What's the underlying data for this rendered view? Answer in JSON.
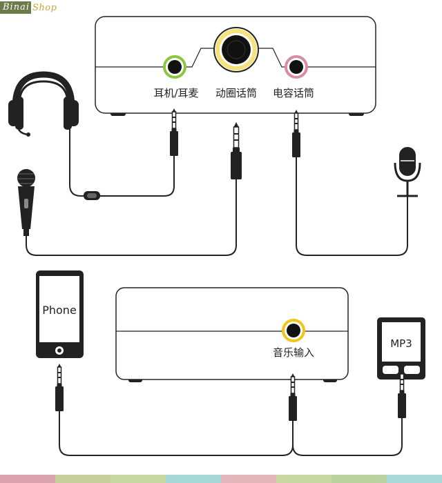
{
  "brand": {
    "part1": "Binai",
    "part2": "Shop"
  },
  "mixer": {
    "ports": [
      {
        "label": "耳机/耳麦",
        "ring_color": "#8cc63f"
      },
      {
        "label": "动圈话筒",
        "ring_color": "#f5e27a"
      },
      {
        "label": "电容话筒",
        "ring_color": "#d98aa6"
      }
    ]
  },
  "music_box": {
    "port_label": "音乐输入",
    "ring_color": "#f0c419"
  },
  "devices": {
    "phone_label": "Phone",
    "mp3_label": "MP3"
  },
  "palette": {
    "line": "#222222",
    "stripes": [
      "#d9a2ac",
      "#c7cf9c",
      "#c9d7a3",
      "#a6d8d8",
      "#e2b5bb",
      "#c9d7a3",
      "#bcd2a1",
      "#aad9da"
    ]
  }
}
